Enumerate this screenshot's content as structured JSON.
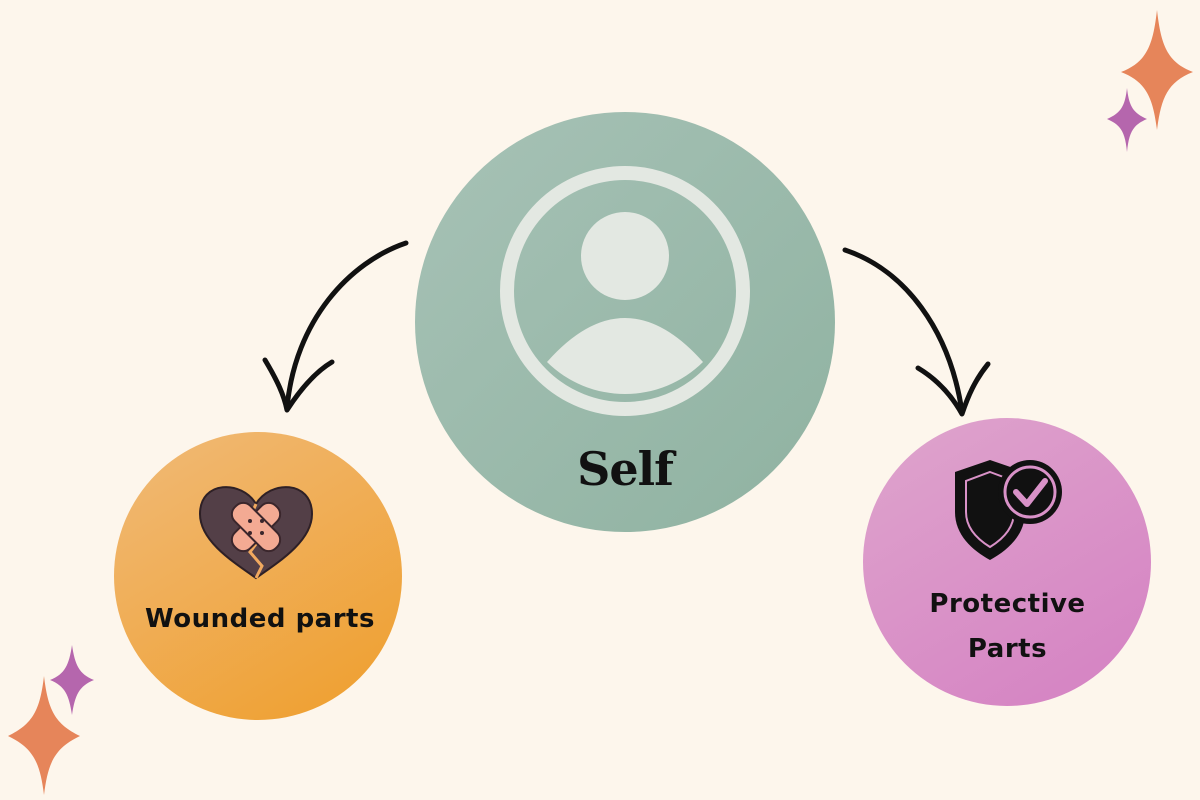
{
  "diagram": {
    "center_node": {
      "label": "Self",
      "icon": "user-profile-icon",
      "color": "#9dbcae"
    },
    "left_node": {
      "label": "Wounded parts",
      "icon": "bandaged-broken-heart-icon",
      "color": "#f0aa55"
    },
    "right_node": {
      "label_line1": "Protective",
      "label_line2": "Parts",
      "icon": "shield-check-icon",
      "color": "#d992c8"
    },
    "arrows": [
      {
        "from": "Self",
        "to": "Wounded parts",
        "color": "#111111"
      },
      {
        "from": "Self",
        "to": "Protective Parts",
        "color": "#111111"
      }
    ],
    "decorations": {
      "sparkle_colors": [
        "#e6855a",
        "#b566ad"
      ],
      "background": "#fdf6ec"
    }
  }
}
